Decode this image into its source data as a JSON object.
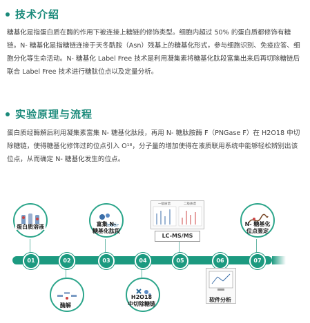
{
  "section1": {
    "title": "技术介绍",
    "paragraph": "糖基化是指蛋白质在酶的作用下被连接上糖链的修饰类型。细胞内超过 50% 的蛋白质都修饰有糖链。N- 糖基化是指糖链连接于天冬酰胺（Asn）残基上的糖基化形式，参与细胞识别、免疫应答、细胞分化等生命活动。N- 糖基化 Label Free 技术是利用凝集素将糖基化肽段富集出来后再切除糖链后联合 Label Free 技术进行糖肽位点以及定量分析。"
  },
  "section2": {
    "title": "实验原理与流程",
    "paragraph": "蛋白质经酶解后利用凝集素富集 N- 糖基化肽段，再用 N- 糖肽胺酶 F（PNGase F）在 H2O18 中切除糖链，使得糖基化修饰过的位点引入 O¹⁸，分子量的增加使得在液质联用系统中能够轻松辨别出该位点，从而确定 N- 糖基化发生的位点。"
  },
  "timeline": {
    "steps": [
      {
        "num": "01",
        "label": "蛋白质溶液"
      },
      {
        "num": "02",
        "label": "酶解"
      },
      {
        "num": "03",
        "label": "富集 N-\n糖基化肽段",
        "icon_text": "lectin"
      },
      {
        "num": "04",
        "label": "H2O18\n中切除糖链",
        "icon_text": "H2O18"
      },
      {
        "num": "05",
        "label": "LC-MS/MS",
        "ms_left": "一级质谱",
        "ms_right": "二级质谱"
      },
      {
        "num": "06",
        "label": "软件分析"
      },
      {
        "num": "07",
        "label": "N- 糖基化\n位点鉴定"
      }
    ]
  },
  "colors": {
    "accent": "#1a8a7a",
    "track": "#1c9a80"
  }
}
